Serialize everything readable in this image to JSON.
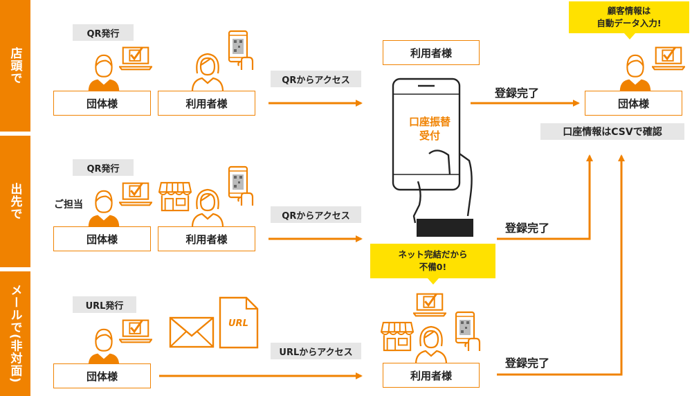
{
  "sections": {
    "storefront": "店頭で",
    "visit": "出先で",
    "mail": "メールで(非対面)"
  },
  "row1": {
    "qr_tag": "QR発行",
    "group": "団体様",
    "user": "利用者様",
    "access": "QRからアクセス"
  },
  "row2": {
    "qr_tag": "QR発行",
    "staff": "ご担当",
    "group": "団体様",
    "user": "利用者様",
    "access": "QRからアクセス"
  },
  "row3": {
    "url_tag": "URL発行",
    "group": "団体様",
    "url_doc": "URL",
    "access": "URLからアクセス",
    "user": "利用者様"
  },
  "center": {
    "user_top": "利用者様",
    "phone_line1": "口座振替",
    "phone_line2": "受付",
    "callout_line1": "ネット完結だから",
    "callout_line2": "不備0!"
  },
  "right": {
    "callout_line1": "顧客情報は",
    "callout_line2": "自動データ入力!",
    "group": "団体様",
    "csv": "口座情報はCSVで確認",
    "done1": "登録完了",
    "done2": "登録完了",
    "done3": "登録完了"
  },
  "colors": {
    "accent": "#f08200",
    "callout": "#ffe100",
    "tag_bg": "#e6e6e6"
  },
  "icons": [
    "person-icon",
    "laptop-check-icon",
    "smartphone-qr-icon",
    "shop-icon",
    "envelope-icon",
    "document-icon",
    "hand-phone-icon"
  ]
}
